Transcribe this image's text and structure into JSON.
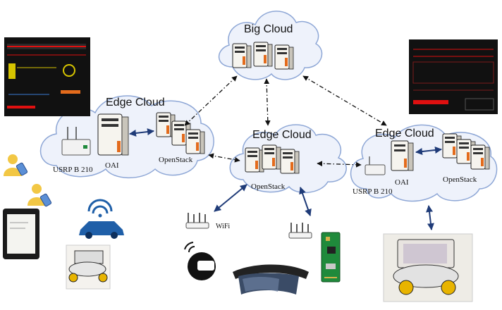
{
  "clouds": {
    "big": "Big Cloud",
    "edge_left": "Edge Cloud",
    "edge_center": "Edge Cloud",
    "edge_right": "Edge Cloud"
  },
  "labels": {
    "usrp_left": "USRP B 210",
    "oai_left": "OAI",
    "openstack_left": "OpenStack",
    "openstack_center": "OpenStack",
    "usrp_right": "USRP B 210",
    "oai_right": "OAI",
    "openstack_right": "OpenStack",
    "wifi": "WiFi"
  },
  "icons": [
    "server-icon",
    "cloud-icon",
    "usrp-radio-icon",
    "wifi-router-icon",
    "user-phone-icon",
    "smartphone-icon",
    "connected-car-icon",
    "robot-car-icon",
    "vr-headset-icon",
    "mixed-reality-headset-icon",
    "raspberry-pi-icon",
    "spectrum-monitor-icon"
  ],
  "colors": {
    "cloud_fill": "#eef2fb",
    "cloud_stroke": "#8ea7d6",
    "link_solid": "#1f3b78",
    "car_blue": "#1f5fa8",
    "monitor_bg": "#111111",
    "monitor_red": "#e01010",
    "pi_green": "#1f8a3b",
    "robot_yellow": "#e8b400"
  }
}
